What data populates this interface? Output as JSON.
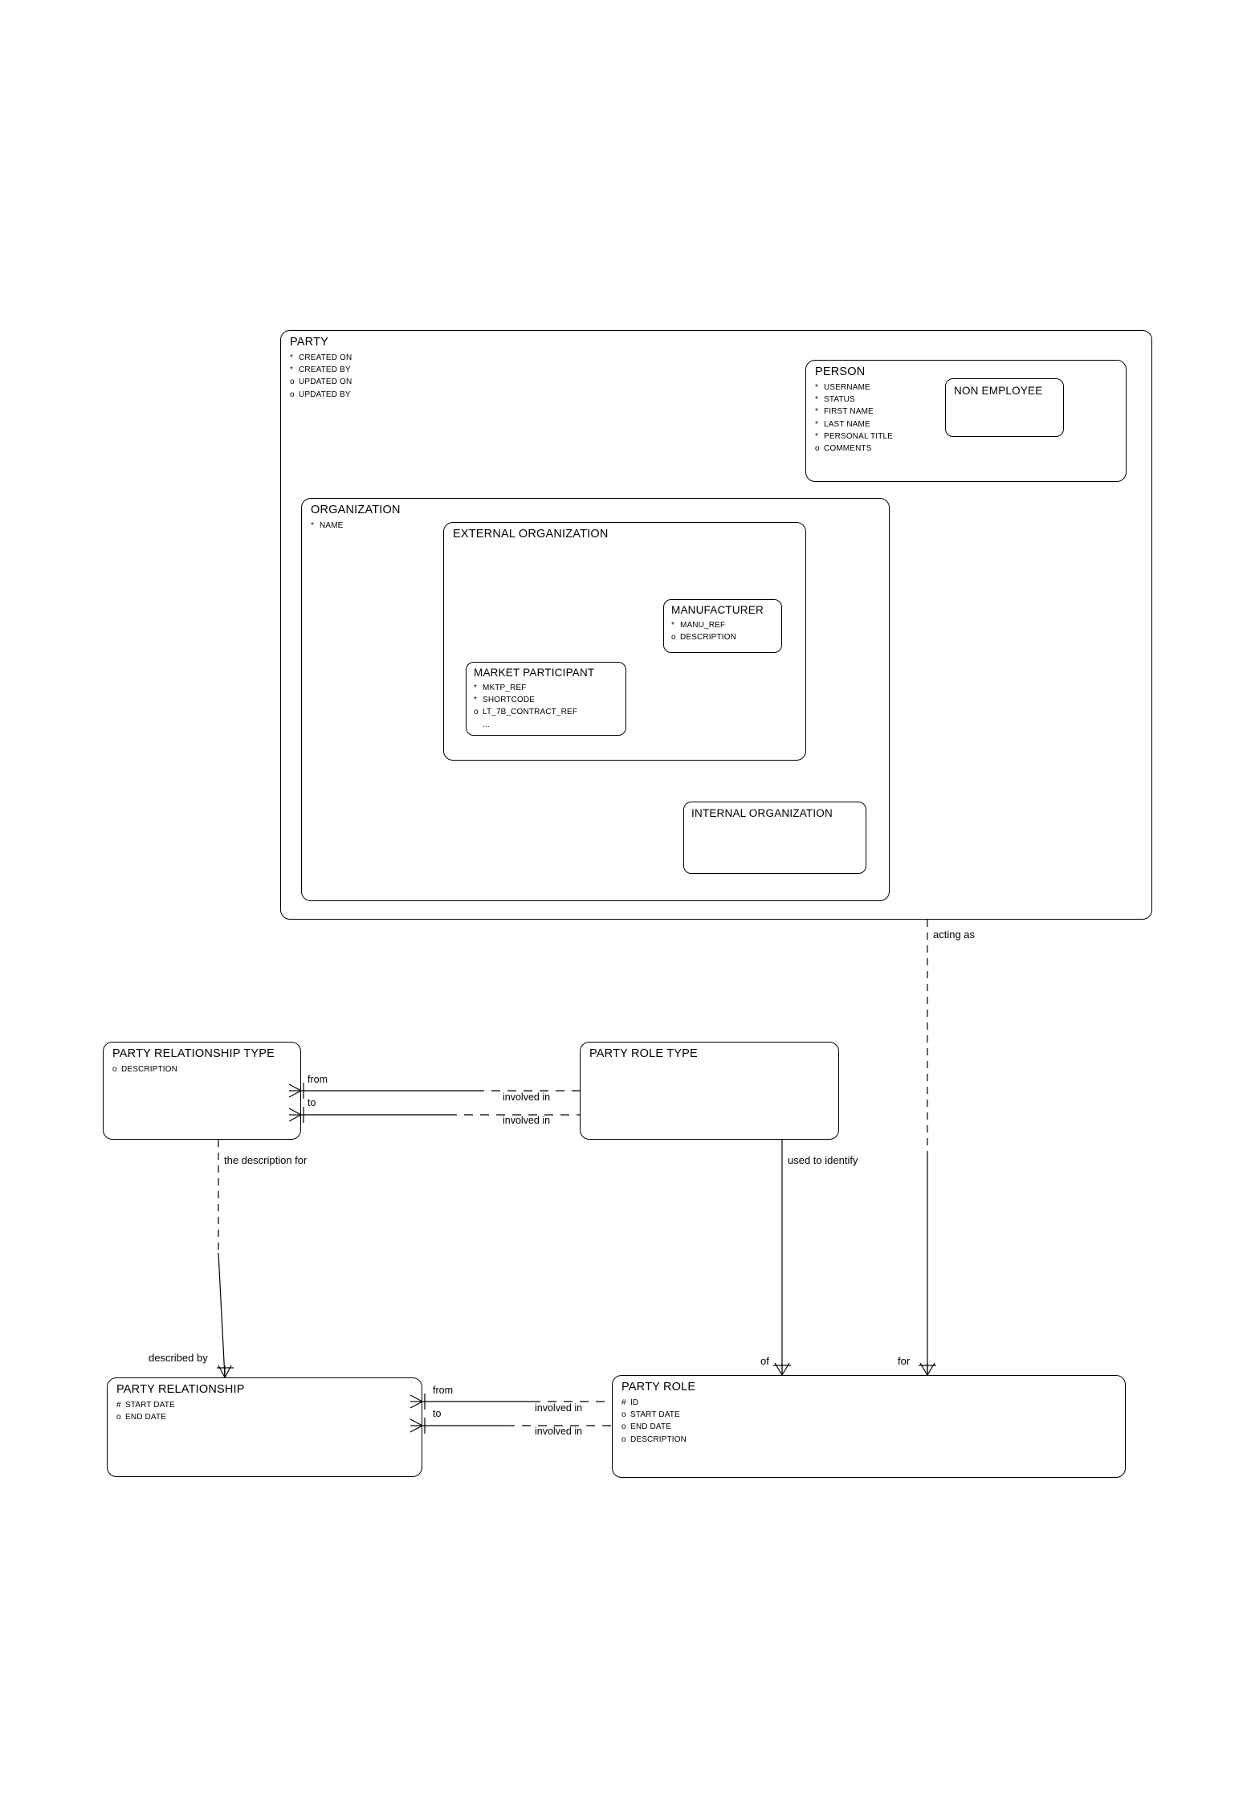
{
  "diagram": {
    "title": "Party Entity Relationship Diagram",
    "type": "er-diagram",
    "notation": "Barker / Oracle ER",
    "background": "#ffffff",
    "line_color": "#000000"
  },
  "entities": {
    "party": {
      "name": "PARTY",
      "attributes": [
        {
          "mark": "*",
          "label": "CREATED ON"
        },
        {
          "mark": "*",
          "label": "CREATED BY"
        },
        {
          "mark": "o",
          "label": "UPDATED ON"
        },
        {
          "mark": "o",
          "label": "UPDATED BY"
        }
      ]
    },
    "person": {
      "name": "PERSON",
      "attributes": [
        {
          "mark": "*",
          "label": "USERNAME"
        },
        {
          "mark": "*",
          "label": "STATUS"
        },
        {
          "mark": "*",
          "label": "FIRST NAME"
        },
        {
          "mark": "*",
          "label": "LAST NAME"
        },
        {
          "mark": "*",
          "label": "PERSONAL TITLE"
        },
        {
          "mark": "o",
          "label": "COMMENTS"
        }
      ]
    },
    "non_employee": {
      "name": "NON EMPLOYEE",
      "attributes": []
    },
    "organization": {
      "name": "ORGANIZATION",
      "attributes": [
        {
          "mark": "*",
          "label": "NAME"
        }
      ]
    },
    "external_organization": {
      "name": "EXTERNAL ORGANIZATION",
      "attributes": []
    },
    "manufacturer": {
      "name": "MANUFACTURER",
      "attributes": [
        {
          "mark": "*",
          "label": "MANU_REF"
        },
        {
          "mark": "o",
          "label": "DESCRIPTION"
        }
      ]
    },
    "market_participant": {
      "name": "MARKET PARTICIPANT",
      "attributes": [
        {
          "mark": "*",
          "label": "MKTP_REF"
        },
        {
          "mark": "*",
          "label": "SHORTCODE"
        },
        {
          "mark": "o",
          "label": "LT_7B_CONTRACT_REF"
        },
        {
          "mark": "",
          "label": "..."
        }
      ]
    },
    "internal_organization": {
      "name": "INTERNAL ORGANIZATION",
      "attributes": []
    },
    "party_relationship_type": {
      "name": "PARTY RELATIONSHIP TYPE",
      "attributes": [
        {
          "mark": "o",
          "label": "DESCRIPTION"
        }
      ]
    },
    "party_role_type": {
      "name": "PARTY ROLE TYPE",
      "attributes": []
    },
    "party_relationship": {
      "name": "PARTY RELATIONSHIP",
      "attributes": [
        {
          "mark": "#",
          "label": "START DATE"
        },
        {
          "mark": "o",
          "label": "END DATE"
        }
      ]
    },
    "party_role": {
      "name": "PARTY ROLE",
      "attributes": [
        {
          "mark": "#",
          "label": "ID"
        },
        {
          "mark": "o",
          "label": "START DATE"
        },
        {
          "mark": "o",
          "label": "END DATE"
        },
        {
          "mark": "o",
          "label": "DESCRIPTION"
        }
      ]
    }
  },
  "relationships": [
    {
      "id": "acting-as",
      "label": "acting as",
      "from": "party",
      "to": "party_role"
    },
    {
      "id": "prt-from",
      "label": "from",
      "from": "party_relationship_type",
      "to": "party_role_type"
    },
    {
      "id": "prt-to",
      "label": "to",
      "from": "party_relationship_type",
      "to": "party_role_type"
    },
    {
      "id": "prt-involved-in-1",
      "label": "involved in",
      "from": "party_role_type",
      "to": "party_relationship_type"
    },
    {
      "id": "prt-involved-in-2",
      "label": "involved in",
      "from": "party_role_type",
      "to": "party_relationship_type"
    },
    {
      "id": "the-description-for",
      "label": "the description for",
      "from": "party_relationship_type",
      "to": "party_relationship"
    },
    {
      "id": "described-by",
      "label": "described by",
      "from": "party_relationship",
      "to": "party_relationship_type"
    },
    {
      "id": "used-to-identify",
      "label": "used to identify",
      "from": "party_role_type",
      "to": "party_role"
    },
    {
      "id": "of",
      "label": "of",
      "from": "party_role",
      "to": "party_role_type"
    },
    {
      "id": "for",
      "label": "for",
      "from": "party_role",
      "to": "party"
    },
    {
      "id": "pr-from",
      "label": "from",
      "from": "party_relationship",
      "to": "party_role"
    },
    {
      "id": "pr-to",
      "label": "to",
      "from": "party_relationship",
      "to": "party_role"
    },
    {
      "id": "pr-involved-in-1",
      "label": "involved in",
      "from": "party_role",
      "to": "party_relationship"
    },
    {
      "id": "pr-involved-in-2",
      "label": "involved in",
      "from": "party_role",
      "to": "party_relationship"
    }
  ]
}
